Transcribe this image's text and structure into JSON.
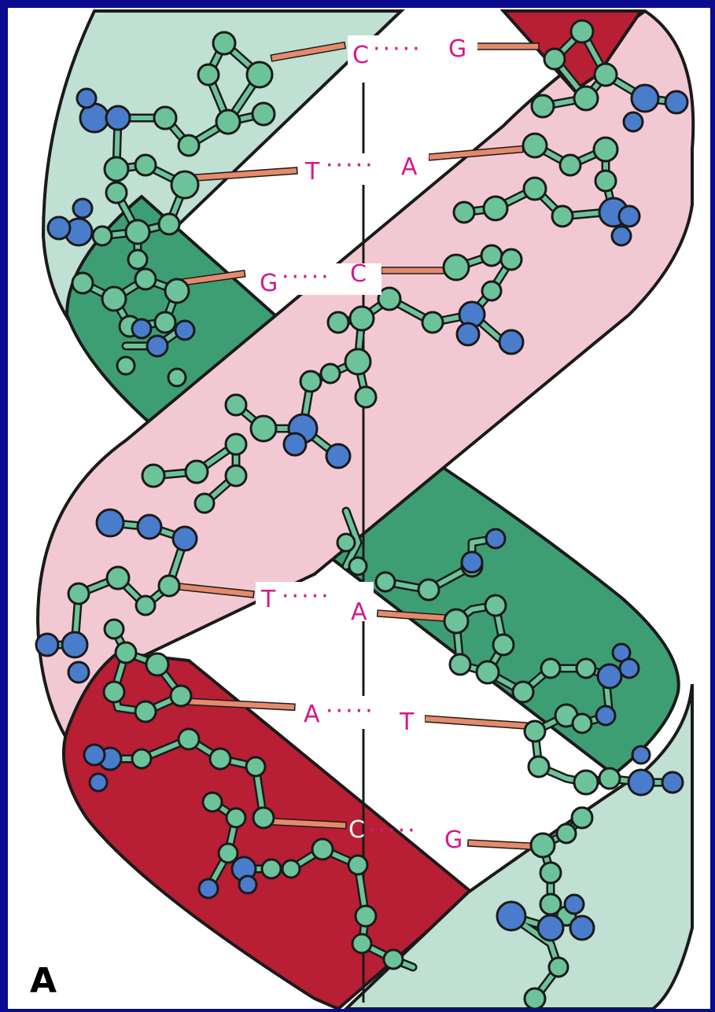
{
  "figure": {
    "panel_label": "A",
    "colors": {
      "frame": "#0b0b8f",
      "background": "#ffffff",
      "strand_light_green": "#bfe0d2",
      "strand_dark_green": "#3e9e73",
      "strand_pink": "#f2c9d2",
      "strand_red": "#b81e34",
      "atom_green": "#6cc39a",
      "atom_blue": "#4a7ccc",
      "hbond": "#e58a6c",
      "label": "#d6188a"
    },
    "base_pairs": [
      {
        "left": "C",
        "right": "G"
      },
      {
        "left": "T",
        "right": "A"
      },
      {
        "left": "G",
        "right": "C"
      },
      {
        "left": "T",
        "right": "A"
      },
      {
        "left": "A",
        "right": "T"
      },
      {
        "left": "C",
        "right": "G"
      }
    ]
  }
}
